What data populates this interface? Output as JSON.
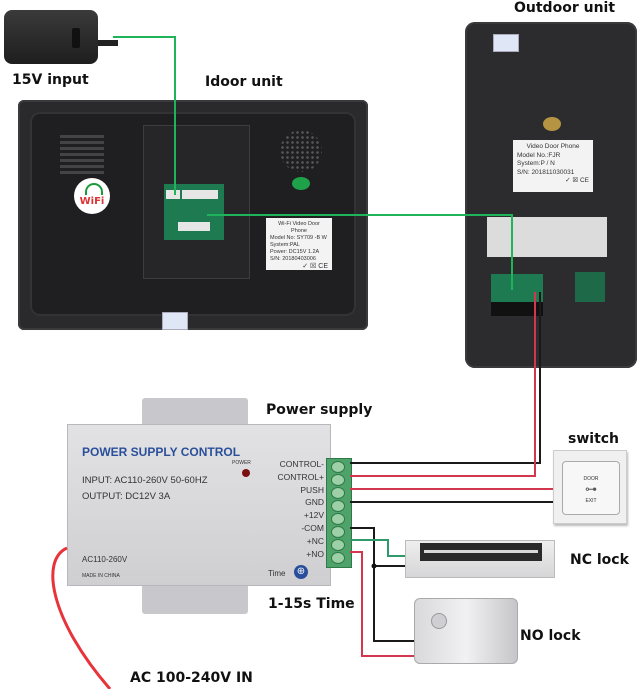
{
  "labels": {
    "power_input": "15V input",
    "indoor_unit": "Idoor unit",
    "outdoor_unit": "Outdoor unit",
    "power_supply": "Power supply",
    "switch": "switch",
    "nc_lock": "NC lock",
    "no_lock": "NO lock",
    "time_range": "1-15s Time",
    "ac_input": "AC 100-240V IN"
  },
  "indoor_label": {
    "title": "Wi-Fi Video Door Phone",
    "model": "Model No: SY709 -B W",
    "system": "System:PAL",
    "power": "Power: DC15V  1.2A",
    "sn": "S/N: 20180403006",
    "marks": "✓ ☒ CE"
  },
  "wifi_badge": {
    "text": "WiFi"
  },
  "outdoor_label": {
    "title": "Video Door Phone",
    "model": "Model No.:FJR",
    "system": "System:P / N",
    "sn": "S/N: 201811030031",
    "marks": "✓ ☒ CE"
  },
  "psu": {
    "title": "POWER SUPPLY CONTROL",
    "input": "INPUT: AC110-260V 50-60HZ",
    "output": "OUTPUT: DC12V   3A",
    "power_led_label": "POWER",
    "ac_label": "AC110-260V",
    "made_in": "MADE IN CHINA",
    "time_label": "Time",
    "terminals": [
      "CONTROL-",
      "CONTROL+",
      "PUSH",
      "GND",
      "+12V",
      "-COM",
      "+NC",
      "+NO"
    ]
  },
  "switch_plate": {
    "top": "DOOR",
    "bottom": "EXIT"
  },
  "colors": {
    "green_wire": "#1fb35a",
    "red_wire": "#d2374e",
    "black_wire": "#1a1a1a",
    "ac_wire": "#e8333a",
    "teal_wire": "#2e9a6a"
  }
}
